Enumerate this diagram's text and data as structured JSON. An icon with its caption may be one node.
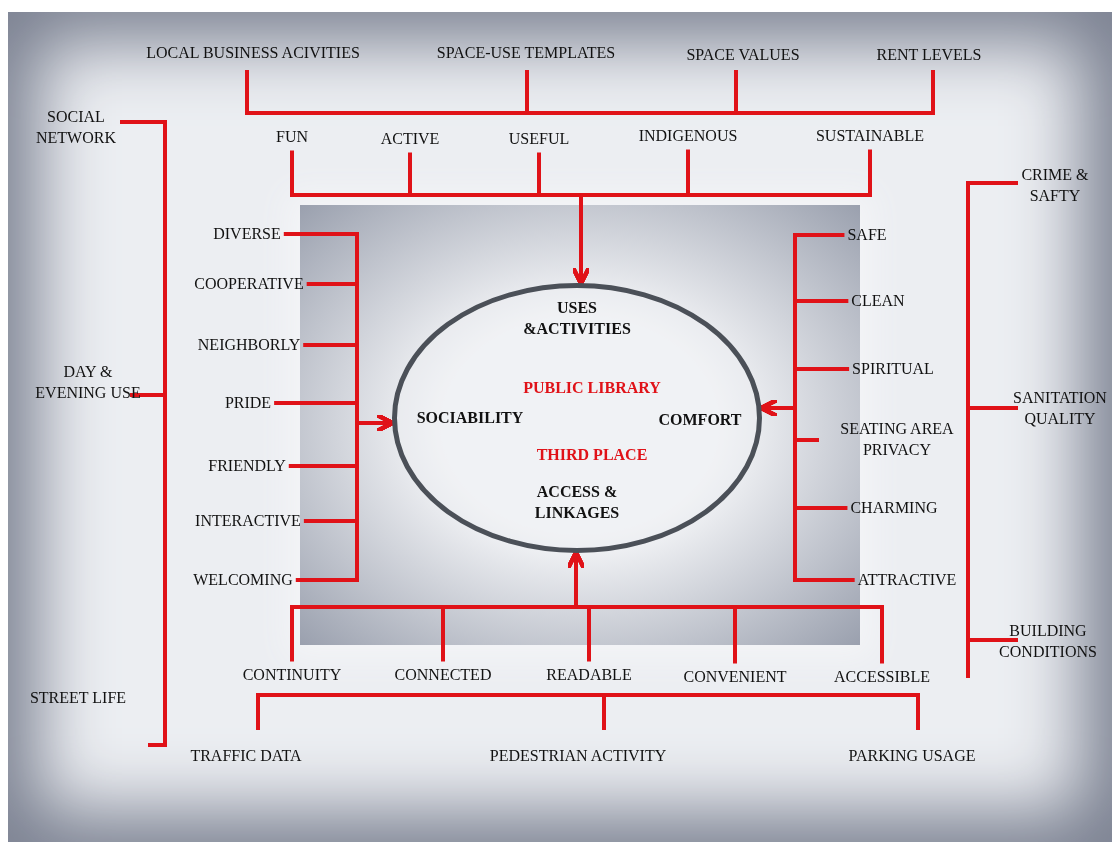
{
  "diagram": {
    "nodes": [
      {
        "text": [
          "PUBLIC LIBRARY",
          "THIRD PLACE"
        ]
      },
      {
        "text": [
          "USES &ACTIVITIES"
        ],
        "in": 0
      },
      {
        "text": [
          "SOCIABILITY"
        ],
        "in": 0
      },
      {
        "text": [
          "COMFORT"
        ],
        "in": 0
      },
      {
        "text": [
          "ACCESS & LINKAGES"
        ],
        "in": 0
      },
      {
        "text": [
          "FUN"
        ]
      },
      {
        "text": [
          "ACTIVE"
        ]
      },
      {
        "text": [
          "USEFUL"
        ]
      },
      {
        "text": [
          "INDIGENOUS"
        ]
      },
      {
        "text": [
          "SUSTAINABLE"
        ]
      },
      {
        "text": [
          "DIVERSE"
        ]
      },
      {
        "text": [
          "COOPERATIVE"
        ]
      },
      {
        "text": [
          "NEIGHBORLY"
        ]
      },
      {
        "text": [
          "PRIDE"
        ]
      },
      {
        "text": [
          "FRIENDLY"
        ]
      },
      {
        "text": [
          "INTERACTIVE"
        ]
      },
      {
        "text": [
          "WELCOMING"
        ]
      },
      {
        "text": [
          "SAFE"
        ]
      },
      {
        "text": [
          "CLEAN"
        ]
      },
      {
        "text": [
          "SPIRITUAL"
        ]
      },
      {
        "text": [
          "SEATING AREA PRIVACY"
        ]
      },
      {
        "text": [
          "CHARMING"
        ]
      },
      {
        "text": [
          "ATTRACTIVE"
        ]
      },
      {
        "text": [
          "CONTINUITY"
        ]
      },
      {
        "text": [
          "CONNECTED"
        ]
      },
      {
        "text": [
          "READABLE"
        ]
      },
      {
        "text": [
          "CONVENIENT"
        ]
      },
      {
        "text": [
          "ACCESSIBLE"
        ]
      }
    ],
    "edges": [
      {
        "from": 5,
        "to": 1,
        "arrow": "to"
      },
      {
        "from": 6,
        "to": 1,
        "arrow": "to"
      },
      {
        "from": 7,
        "to": 1,
        "arrow": "to"
      },
      {
        "from": 8,
        "to": 1,
        "arrow": "to"
      },
      {
        "from": 9,
        "to": 1,
        "arrow": "to"
      },
      {
        "from": 10,
        "to": 2,
        "arrow": "to"
      },
      {
        "from": 11,
        "to": 2,
        "arrow": "to"
      },
      {
        "from": 12,
        "to": 2,
        "arrow": "to"
      },
      {
        "from": 13,
        "to": 2,
        "arrow": "to"
      },
      {
        "from": 14,
        "to": 2,
        "arrow": "to"
      },
      {
        "from": 15,
        "to": 2,
        "arrow": "to"
      },
      {
        "from": 16,
        "to": 2,
        "arrow": "to"
      },
      {
        "from": 17,
        "to": 3,
        "arrow": "to"
      },
      {
        "from": 18,
        "to": 3,
        "arrow": "to"
      },
      {
        "from": 19,
        "to": 3,
        "arrow": "to"
      },
      {
        "from": 20,
        "to": 3,
        "arrow": "to"
      },
      {
        "from": 21,
        "to": 3,
        "arrow": "to"
      },
      {
        "from": 22,
        "to": 3,
        "arrow": "to"
      },
      {
        "from": 23,
        "to": 4,
        "arrow": "to"
      },
      {
        "from": 24,
        "to": 4,
        "arrow": "to"
      },
      {
        "from": 25,
        "to": 4,
        "arrow": "to"
      },
      {
        "from": 26,
        "to": 4,
        "arrow": "to"
      },
      {
        "from": 27,
        "to": 4,
        "arrow": "to"
      }
    ],
    "labels": [
      "LOCAL BUSINESS ACIVITIES",
      "SPACE-USE TEMPLATES",
      "SPACE VALUES",
      "RENT LEVELS",
      "SOCIAL NETWORK",
      "CRIME & SAFTY",
      "DAY & EVENING USE",
      "SANITATION QUALITY",
      "STREET LIFE",
      "BUILDING CONDITIONS",
      "TRAFFIC DATA",
      "PEDESTRIAN ACTIVITY",
      "PARKING USAGE"
    ]
  }
}
